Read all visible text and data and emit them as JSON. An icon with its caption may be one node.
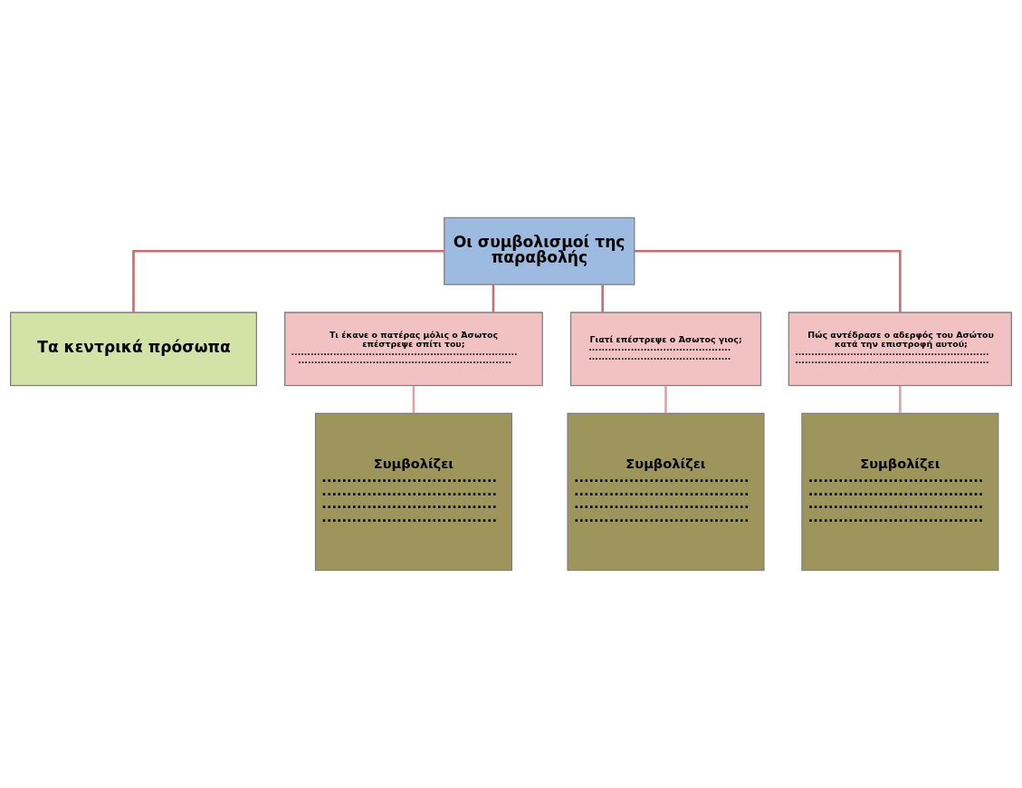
{
  "diagram": {
    "nodes": [
      {
        "text": [
          "Οι συμβολισμοί της παραβολής"
        ]
      },
      {
        "text": [
          "Τα κεντρικά πρόσωπα"
        ]
      },
      {
        "text": [
          "Τι έκανε ο πατέρας μόλις ο Άσωτος επέστρεψε σπίτι του;",
          "......................................................................",
          ".................................................................."
        ]
      },
      {
        "text": [
          "Γιατί επέστρεψε ο Άσωτος γιος;",
          "............................................",
          "............................................"
        ]
      },
      {
        "text": [
          "Πώς αντέδρασε ο αδερφός του Ασώτου κατά την επιστροφή αυτού;",
          "............................................................",
          "............................................................"
        ]
      },
      {
        "text": [
          "Συμβολίζει",
          "...................................",
          "...................................",
          "...................................",
          "..................................."
        ]
      },
      {
        "text": [
          "Συμβολίζει",
          "...................................",
          "...................................",
          "...................................",
          "..................................."
        ]
      },
      {
        "text": [
          "Συμβολίζει",
          "...................................",
          "...................................",
          "...................................",
          "..................................."
        ]
      }
    ],
    "edges": [
      {
        "from": 0,
        "to": 1,
        "arrow": "none"
      },
      {
        "from": 0,
        "to": 2,
        "arrow": "none"
      },
      {
        "from": 0,
        "to": 3,
        "arrow": "none"
      },
      {
        "from": 0,
        "to": 4,
        "arrow": "none"
      },
      {
        "from": 2,
        "to": 5,
        "arrow": "none",
        "color": "#dba3a5"
      },
      {
        "from": 3,
        "to": 6,
        "arrow": "none",
        "color": "#dba3a5"
      },
      {
        "from": 4,
        "to": 7,
        "arrow": "none",
        "color": "#dba3a5"
      }
    ]
  }
}
